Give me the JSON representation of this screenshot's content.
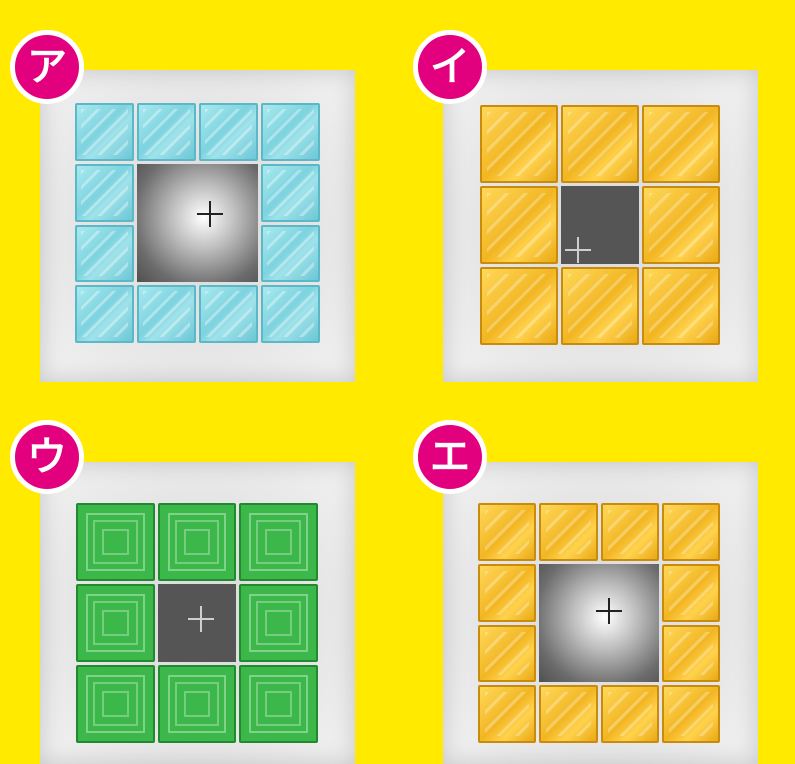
{
  "options": [
    {
      "label": "ア",
      "block": "ice",
      "badge_color": "#e3007f"
    },
    {
      "label": "イ",
      "block": "gold",
      "badge_color": "#e3007f"
    },
    {
      "label": "ウ",
      "block": "emerald",
      "badge_color": "#e3007f"
    },
    {
      "label": "エ",
      "block": "gold",
      "badge_color": "#e3007f"
    }
  ],
  "colors": {
    "background": "#ffea00",
    "badge": "#e3007f",
    "ice_block": "#7dd3df",
    "gold_block": "#f2b623",
    "emerald_block": "#3cb84a",
    "hole": "#555555"
  },
  "icons": {
    "center_marker": "crosshair-icon"
  }
}
